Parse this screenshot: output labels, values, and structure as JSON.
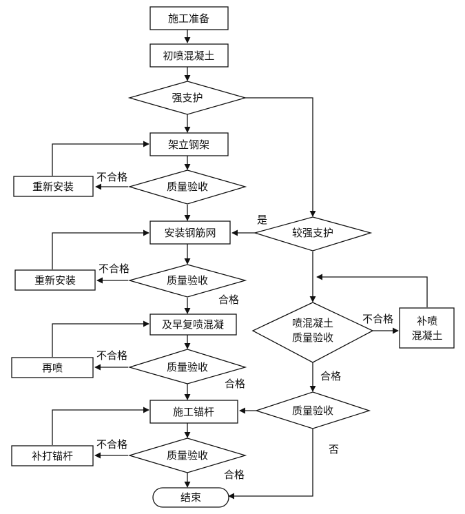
{
  "nodes": {
    "prep": "施工准备",
    "initial_spray": "初喷混凝土",
    "strong_support": "强支护",
    "install_steel_frame": "架立钢架",
    "qa_steel_frame": "质量验收",
    "reinstall_1": "重新安装",
    "install_mesh": "安装钢筋网",
    "qa_mesh": "质量验收",
    "reinstall_2": "重新安装",
    "early_respray": "及早复喷混凝",
    "qa_respray": "质量验收",
    "respray": "再喷",
    "install_bolts": "施工锚杆",
    "qa_bolts": "质量验收",
    "supplement_bolts": "补打锚杆",
    "end": "结束",
    "stronger_support": "较强支护",
    "qa_shotcrete_line1": "喷混凝土",
    "qa_shotcrete_line2": "质量验收",
    "supplement_spray_line1": "补喷",
    "supplement_spray_line2": "混凝土",
    "qa_right": "质量验收"
  },
  "labels": {
    "fail_1": "不合格",
    "fail_2": "不合格",
    "pass_2": "合格",
    "fail_3": "不合格",
    "pass_3": "合格",
    "fail_4": "不合格",
    "pass_4": "合格",
    "yes": "是",
    "fail_right": "不合格",
    "pass_right": "合格",
    "no": "否"
  }
}
